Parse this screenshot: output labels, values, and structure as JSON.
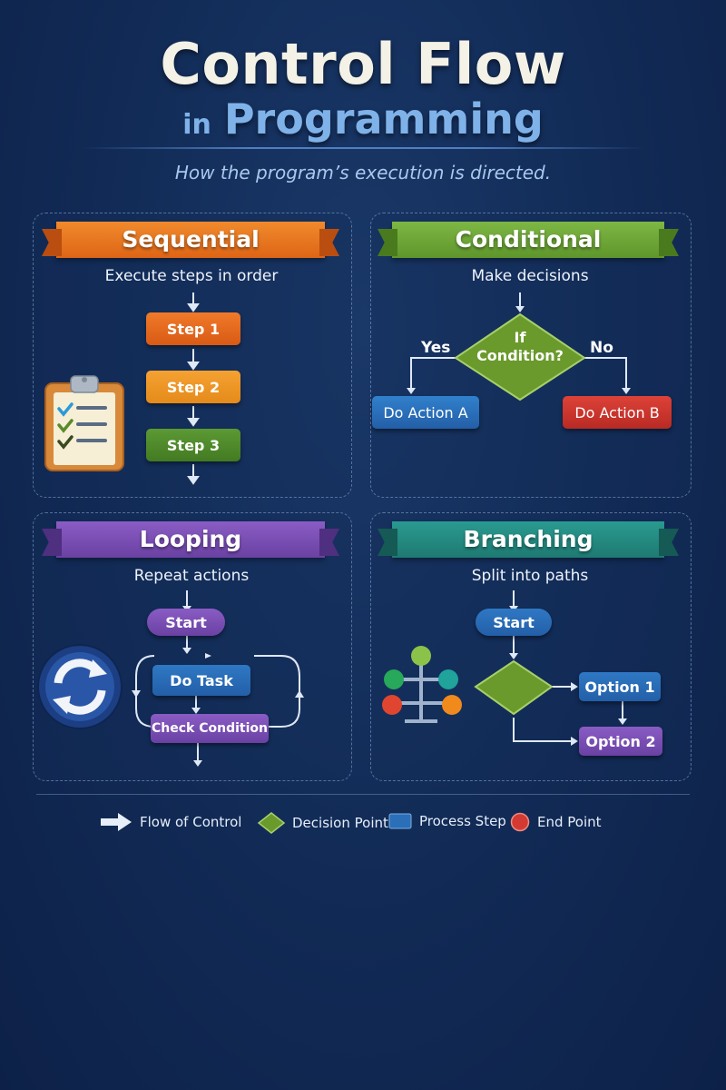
{
  "header": {
    "title": "Control Flow",
    "subtitle_in": "in",
    "subtitle_main": "Programming",
    "tagline": "How the program’s execution is directed."
  },
  "colors": {
    "background": "#112a55",
    "sequential": "#e8701c",
    "conditional": "#6ea33a",
    "looping": "#7a4fb3",
    "branching": "#238c84",
    "process_blue": "#2a6fb8",
    "end_red": "#d23a32",
    "decision_green": "#6a9a2c"
  },
  "panels": {
    "sequential": {
      "title": "Sequential",
      "description": "Execute steps in order",
      "steps": [
        "Step 1",
        "Step 2",
        "Step 3"
      ]
    },
    "conditional": {
      "title": "Conditional",
      "description": "Make decisions",
      "decision": [
        "If",
        "Condition?"
      ],
      "yes_label": "Yes",
      "no_label": "No",
      "action_a": "Do Action A",
      "action_b": "Do Action B"
    },
    "looping": {
      "title": "Looping",
      "description": "Repeat actions",
      "start": "Start",
      "task": "Do Task",
      "check": "Check Condition"
    },
    "branching": {
      "title": "Branching",
      "description": "Split into paths",
      "start": "Start",
      "option1": "Option 1",
      "option2": "Option 2"
    }
  },
  "legend": {
    "flow": "Flow of Control",
    "decision": "Decision Point",
    "process": "Process Step",
    "end": "End Point"
  }
}
